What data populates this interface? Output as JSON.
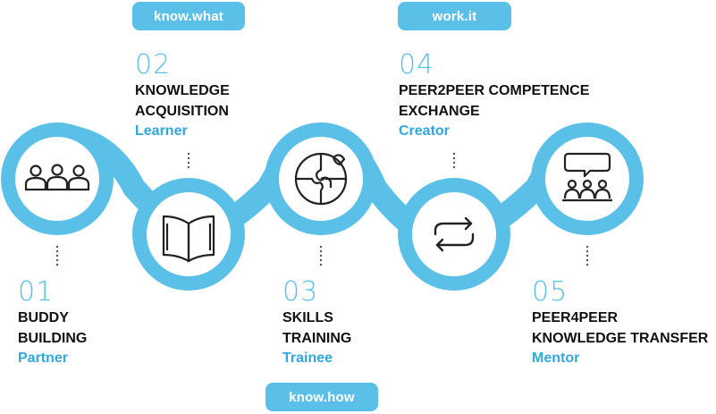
{
  "colors": {
    "accent": "#5bc0e8",
    "accent_text": "#2ea8df",
    "ink": "#111111",
    "icon": "#222222"
  },
  "badges": {
    "top_left": "know.what",
    "top_right": "work.it",
    "bottom": "know.how"
  },
  "steps": [
    {
      "num": "01",
      "title_line1": "BUDDY",
      "title_line2": "BUILDING",
      "role": "Partner",
      "icon": "group-of-people-icon"
    },
    {
      "num": "02",
      "title_line1": "KNOWLEDGE",
      "title_line2": "ACQUISITION",
      "role": "Learner",
      "icon": "open-book-icon"
    },
    {
      "num": "03",
      "title_line1": "SKILLS",
      "title_line2": "TRAINING",
      "role": "Trainee",
      "icon": "puzzle-icon"
    },
    {
      "num": "04",
      "title_line1": "PEER2PEER COMPETENCE",
      "title_line2": "EXCHANGE",
      "role": "Creator",
      "icon": "exchange-arrows-icon"
    },
    {
      "num": "05",
      "title_line1": "PEER4PEER",
      "title_line2": "KNOWLEDGE TRANSFER",
      "role": "Mentor",
      "icon": "mentor-speech-icon"
    }
  ]
}
